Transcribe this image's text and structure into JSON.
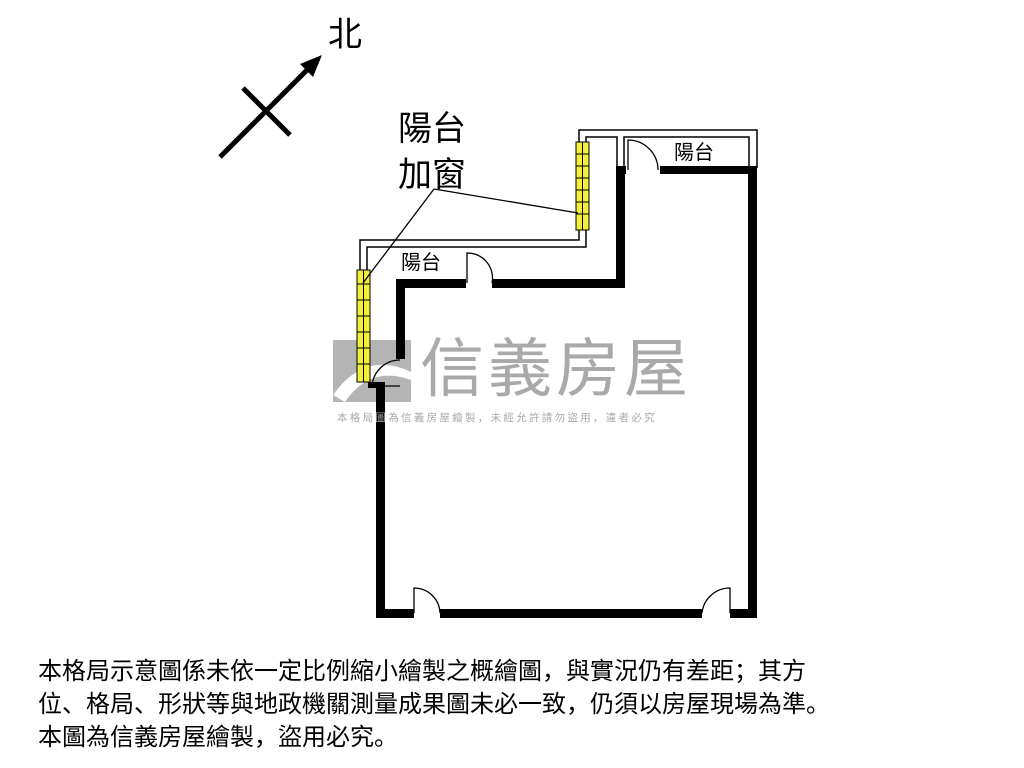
{
  "north_label": "北",
  "labels": {
    "balcony_window_line1": "陽台",
    "balcony_window_line2": "加窗",
    "balcony_lower": "陽台",
    "balcony_upper": "陽台"
  },
  "watermark": {
    "brand": "信義房屋",
    "notice": "本格局圖為信義房屋繪製，未經允許請勿盜用，違者必究"
  },
  "disclaimer": [
    "本格局示意圖係未依一定比例縮小繪製之概繪圖，與實況仍有差距；其方",
    "位、格局、形狀等與地政機關測量成果圖未必一致，仍須以房屋現場為準。",
    "本圖為信義房屋繪製，盜用必究。"
  ],
  "colors": {
    "wall": "#000000",
    "window": "#f2ee3c",
    "watermark": "#a9a9a9"
  }
}
